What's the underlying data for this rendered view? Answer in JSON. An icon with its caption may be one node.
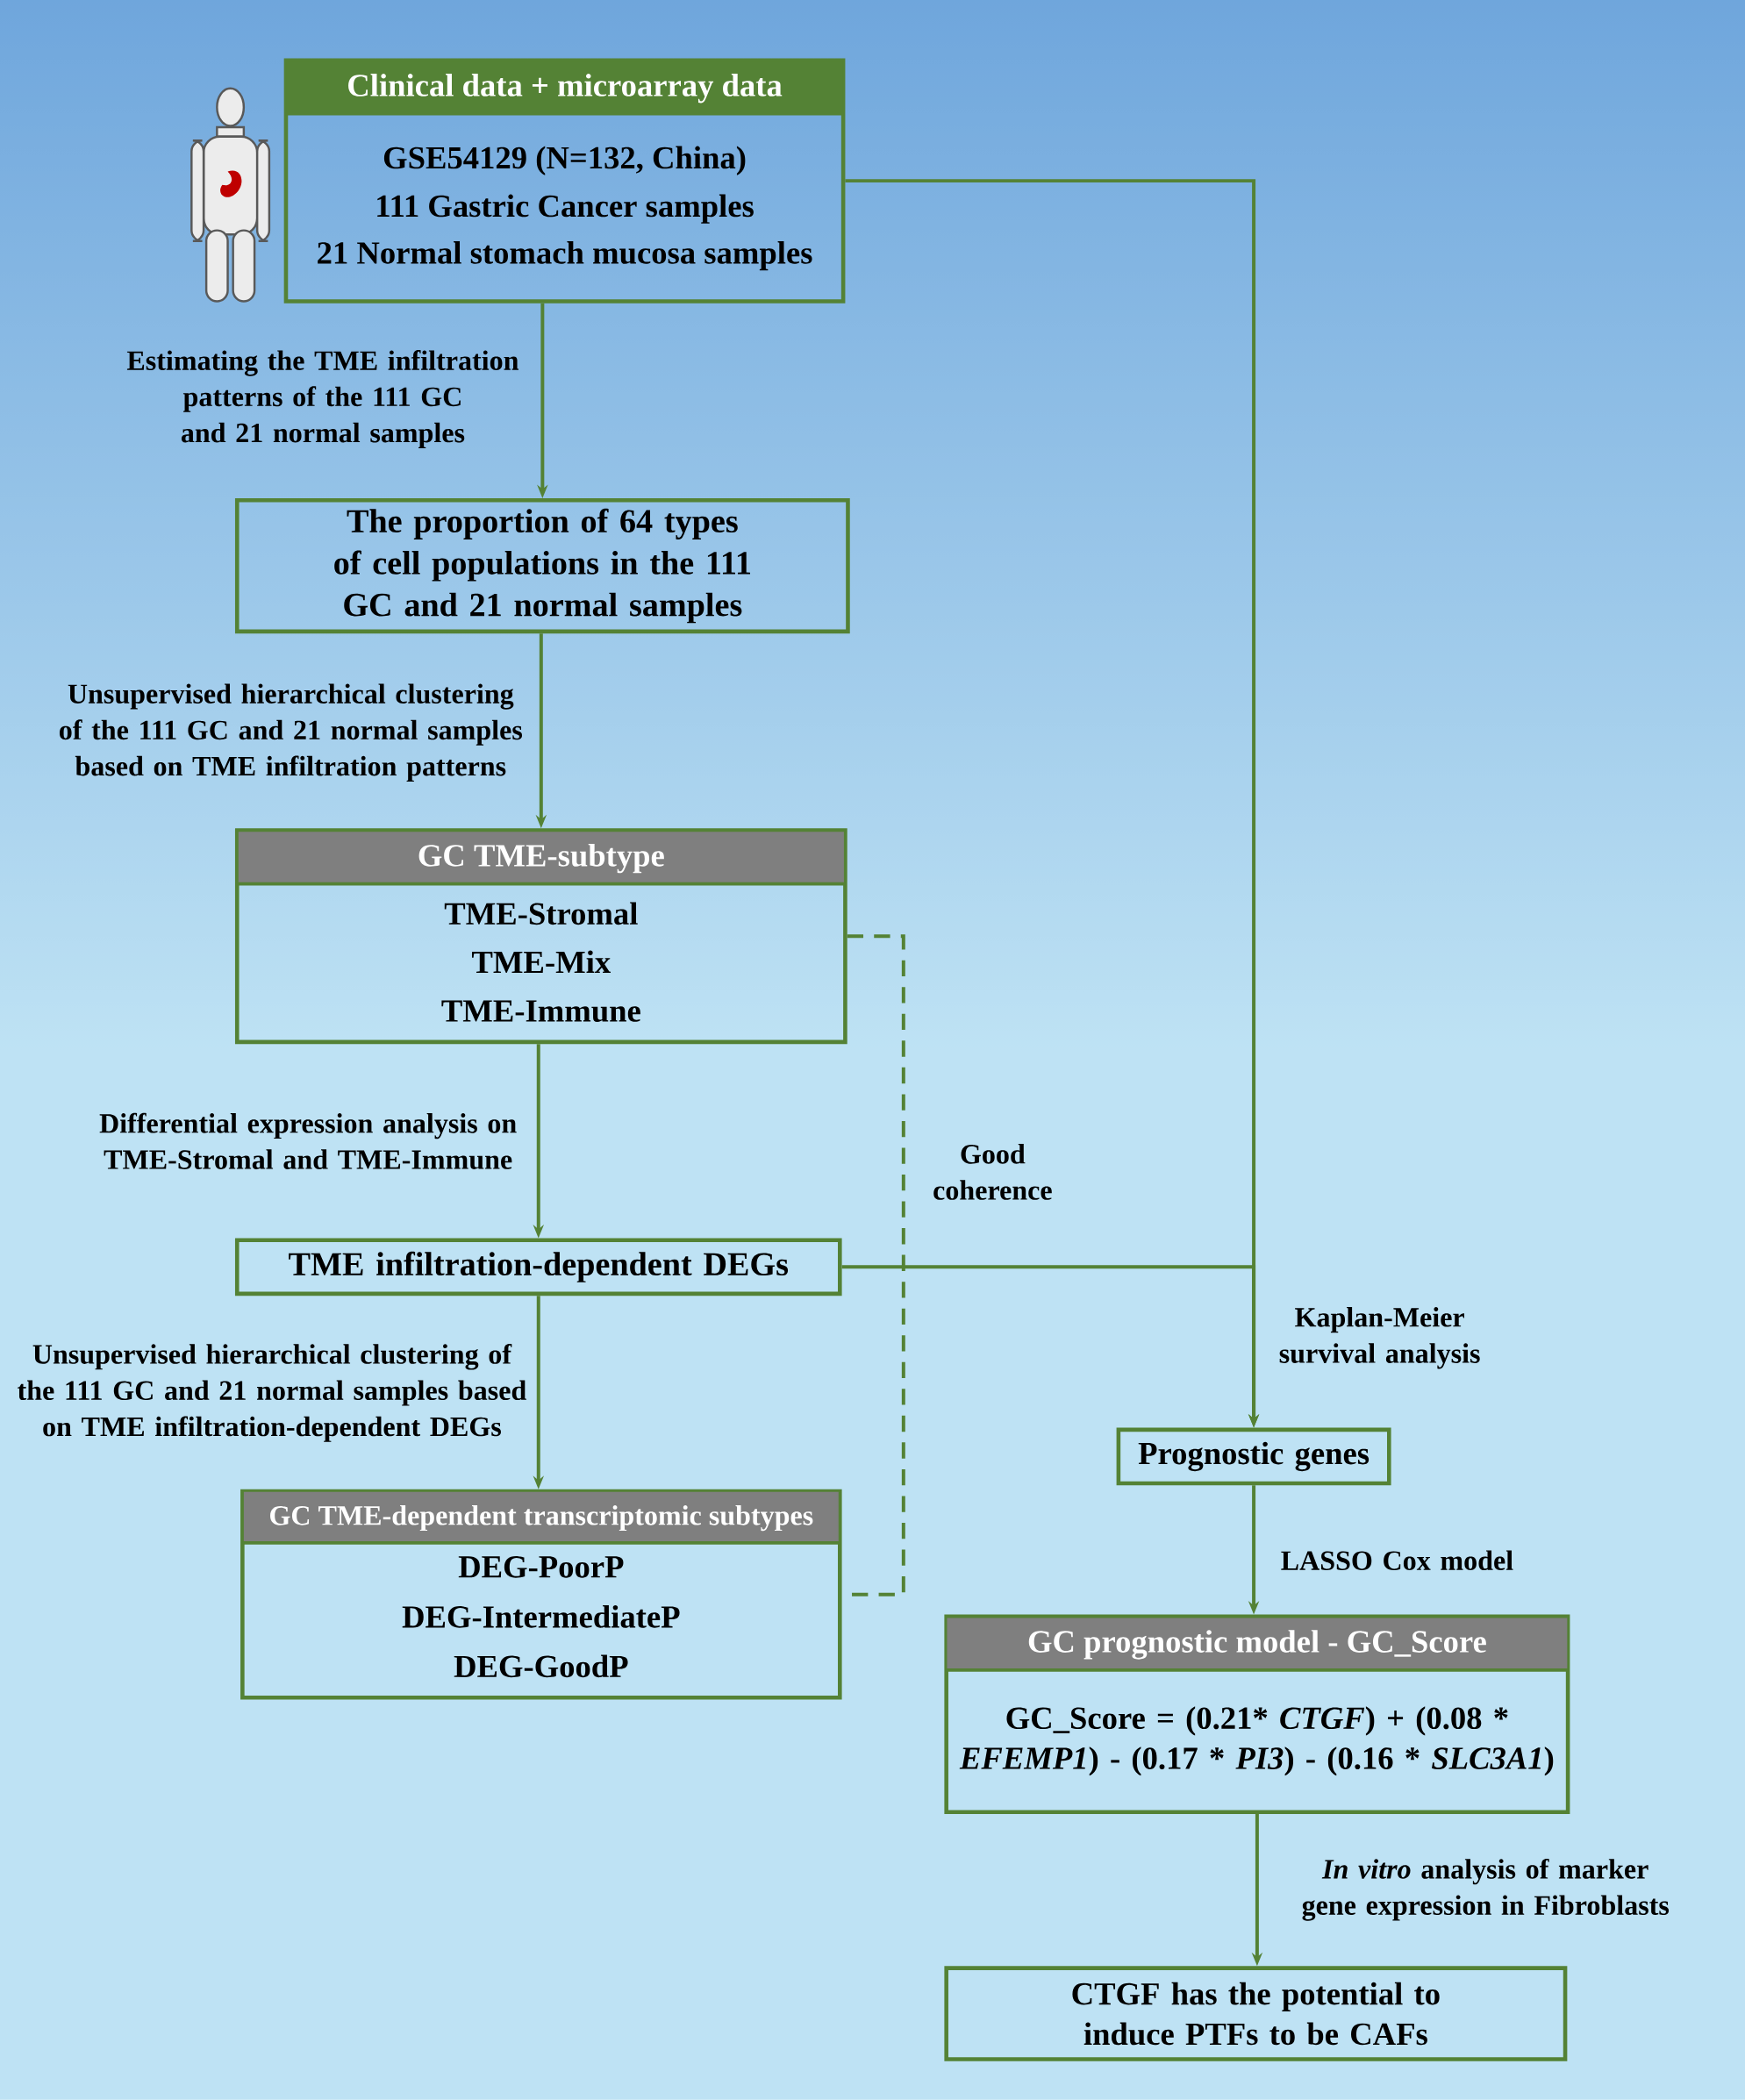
{
  "diagram": {
    "nodes": [
      {
        "text": [
          "Clinical data  + microarray data",
          "GSE54129 (N=132, China)",
          "111 Gastric Cancer samples",
          "21 Normal stomach mucosa samples"
        ]
      },
      {
        "text": [
          "The proportion of 64 types of cell populations in the 111 GC and 21 normal samples"
        ]
      },
      {
        "text": [
          "GC TME-subtype",
          "TME-Stromal",
          "TME-Mix",
          "TME-Immune"
        ]
      },
      {
        "text": [
          "TME infiltration-dependent DEGs"
        ]
      },
      {
        "text": [
          "GC TME-dependent transcriptomic subtypes",
          "DEG-PoorP",
          "DEG-IntermediateP",
          "DEG-GoodP"
        ]
      },
      {
        "text": [
          "Prognostic genes"
        ]
      },
      {
        "text": [
          "GC prognostic model - GC_Score",
          "GC_Score = (0.21* *CTGF*) + (0.08 * *EFEMP1*) - (0.17 * *PI3*) - (0.16 * *SLC3A1*)"
        ]
      },
      {
        "text": [
          "CTGF has the potential to induce PTFs to be CAFs"
        ]
      }
    ],
    "edges": [
      {
        "from": 0,
        "to": 1,
        "arrow": "to",
        "label": "Estimating the TME infiltration patterns of the 111 GC and 21 normal samples"
      },
      {
        "from": 1,
        "to": 2,
        "arrow": "to",
        "label": "Unsupervised hierarchical clustering of the 111 GC and 21 normal samples based on TME infiltration patterns"
      },
      {
        "from": 2,
        "to": 3,
        "arrow": "to",
        "label": "Differential expression analysis on TME-Stromal and TME-Immune"
      },
      {
        "from": 3,
        "to": 4,
        "arrow": "to",
        "label": "Unsupervised hierarchical clustering of the 111 GC and 21 normal samples based on TME infiltration-dependent DEGs"
      },
      {
        "from": 0,
        "to": 5,
        "arrow": "to",
        "label": "Kaplan-Meier survival analysis"
      },
      {
        "from": 3,
        "to": 5,
        "arrow": "to"
      },
      {
        "from": 2,
        "to": 4,
        "arrow": "none",
        "style": "dashed",
        "label": "Good coherence"
      },
      {
        "from": 5,
        "to": 6,
        "arrow": "to",
        "label": "LASSO Cox model"
      },
      {
        "from": 6,
        "to": 7,
        "arrow": "to",
        "label": "*In vitro* analysis of marker gene expression in Fibroblasts"
      }
    ]
  }
}
